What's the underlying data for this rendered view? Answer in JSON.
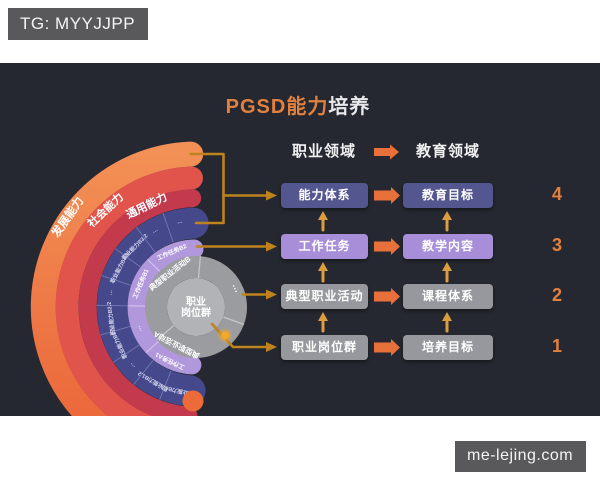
{
  "badge_tg": "TG: MYYJJPP",
  "watermark": "me-lejing.com",
  "slide": {
    "title_highlight": "PGSD能力",
    "title_rest": "培养",
    "header_left": "职业领域",
    "header_right": "教育领域",
    "rows": [
      {
        "num": "4",
        "left": "能力体系",
        "right": "教育目标"
      },
      {
        "num": "3",
        "left": "工作任务",
        "right": "教学内容"
      },
      {
        "num": "2",
        "left": "典型职业活动",
        "right": "课程体系"
      },
      {
        "num": "1",
        "left": "职业岗位群",
        "right": "培养目标"
      }
    ]
  },
  "fan": {
    "ring_outer": "发展能力",
    "ring_middle": "社会能力",
    "ring_inner": "通用能力",
    "blue_segments": [
      "···",
      "···",
      "职业能力B3.2",
      "职业能力B3.1",
      "···",
      "职业能力B2.2",
      "职业能力B2.1",
      "···",
      "职业能力B1.2",
      "职业能力B1.1"
    ],
    "purple_segments": [
      "工作任务B2",
      "工作任务B1",
      "···",
      "工作任务A1"
    ],
    "gray_top": "典型职业活动B",
    "gray_dots": "···",
    "gray_bottom": "典型职业活动A",
    "center_line1": "职业",
    "center_line2": "岗位群"
  },
  "colors": {
    "slide_bg": "#252830",
    "accent_orange": "#e8703a",
    "amber_connector": "#bd831f",
    "up_arrow": "#dc9d41",
    "box_indigo": "#54578f",
    "box_purple": "#a88dd8",
    "box_gray": "#97989d",
    "ring_orange": "#ee6f3e",
    "ring_red": "#e0544b",
    "ring_crimson": "#c23a4c",
    "ring_blue": "#45498c",
    "ring_lilac": "#b198dc",
    "gray_ring": "#9b9ca0",
    "badge_bg": "#59595b"
  }
}
